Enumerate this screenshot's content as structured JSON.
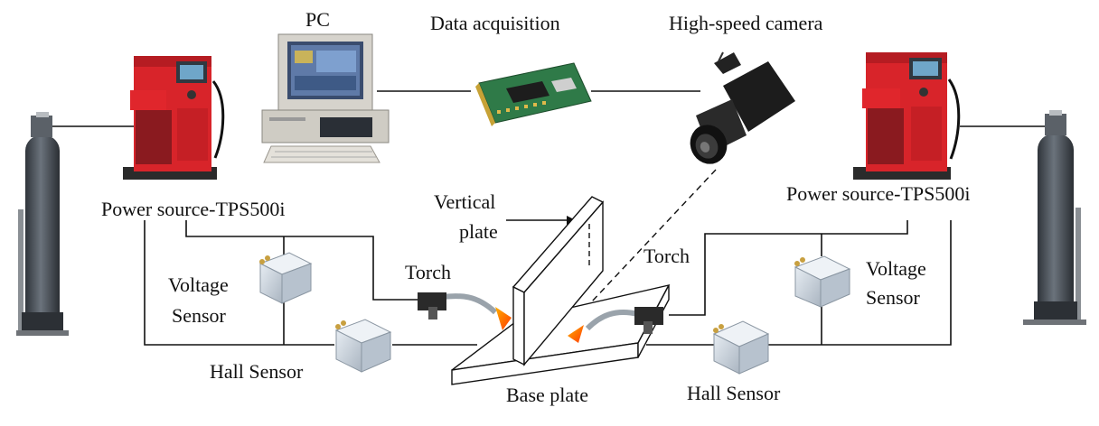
{
  "labels": {
    "pc": "PC",
    "data_acquisition": "Data acquisition",
    "high_speed_camera": "High-speed camera",
    "power_source_left": "Power source-TPS500i",
    "power_source_right": "Power source-TPS500i",
    "vertical_plate_line1": "Vertical",
    "vertical_plate_line2": "plate",
    "torch_left": "Torch",
    "torch_right": "Torch",
    "voltage_sensor_left_line1": "Voltage",
    "voltage_sensor_left_line2": "Sensor",
    "voltage_sensor_right_line1": "Voltage",
    "voltage_sensor_right_line2": "Sensor",
    "hall_sensor_left": "Hall Sensor",
    "hall_sensor_right": "Hall Sensor",
    "base_plate": "Base plate"
  },
  "colors": {
    "welder_red": "#d8242a",
    "welder_dark": "#3a3a3a",
    "sensor_body": "#c9d2dc",
    "flame": "#ff5a00",
    "wire": "#111111",
    "cylinder": "#4a5058"
  }
}
